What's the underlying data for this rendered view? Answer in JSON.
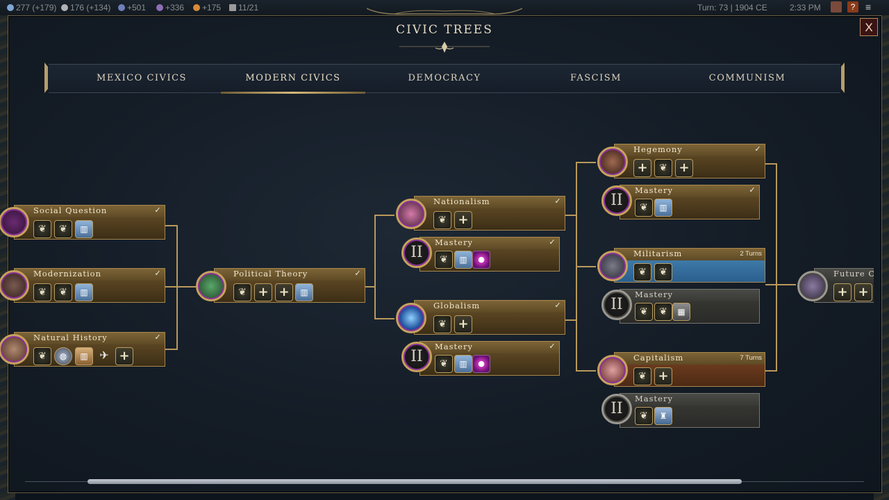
{
  "topbar": {
    "stats": [
      {
        "name": "science",
        "text": "277 (+179)",
        "color": "#7fa7d6"
      },
      {
        "name": "gold",
        "text": "176 (+134)",
        "color": "#b0b2b5"
      },
      {
        "name": "faith",
        "text": "+501",
        "color": "#6f7fb8"
      },
      {
        "name": "culture",
        "text": "+336",
        "color": "#8f6fb3"
      },
      {
        "name": "happiness",
        "text": "+175",
        "color": "#d88a3a"
      },
      {
        "name": "cities",
        "text": "11/21",
        "color": "#9a9a9a"
      }
    ],
    "turn": "Turn: 73 | 1904 CE",
    "time": "2:33 PM"
  },
  "title": "CIVIC TREES",
  "close_label": "X",
  "tabs": [
    {
      "label": "MEXICO CIVICS",
      "active": false
    },
    {
      "label": "MODERN CIVICS",
      "active": true
    },
    {
      "label": "DEMOCRACY",
      "active": false
    },
    {
      "label": "FASCISM",
      "active": false
    },
    {
      "label": "COMMUNISM",
      "active": false
    }
  ],
  "nodes": {
    "social_question": {
      "name": "Social Question",
      "status": "completed",
      "icons": [
        "leaf-icon",
        "leaf-icon",
        "building-icon"
      ]
    },
    "modernization": {
      "name": "Modernization",
      "status": "completed",
      "icons": [
        "leaf-icon",
        "leaf-icon",
        "building-icon"
      ]
    },
    "natural_history": {
      "name": "Natural History",
      "status": "completed",
      "icons": [
        "leaf-icon",
        "wonder-icon",
        "building-icon",
        "bird-icon",
        "plus-icon"
      ]
    },
    "political_theory": {
      "name": "Political Theory",
      "status": "completed",
      "icons": [
        "leaf-icon",
        "plus-icon",
        "plus-icon",
        "building-icon"
      ]
    },
    "nationalism": {
      "name": "Nationalism",
      "status": "completed",
      "icons": [
        "leaf-icon",
        "plus-icon"
      ]
    },
    "nationalism_mastery": {
      "name": "Mastery",
      "status": "completed",
      "icons": [
        "leaf-icon",
        "building-icon",
        "gem-icon"
      ]
    },
    "globalism": {
      "name": "Globalism",
      "status": "completed",
      "icons": [
        "leaf-icon",
        "plus-icon"
      ]
    },
    "globalism_mastery": {
      "name": "Mastery",
      "status": "completed",
      "icons": [
        "leaf-icon",
        "building-icon",
        "gem-icon"
      ]
    },
    "hegemony": {
      "name": "Hegemony",
      "status": "completed",
      "icons": [
        "plus-icon",
        "leaf-icon",
        "plus-icon"
      ]
    },
    "hegemony_mastery": {
      "name": "Mastery",
      "status": "completed",
      "icons": [
        "leaf-icon",
        "building-icon"
      ]
    },
    "militarism": {
      "name": "Militarism",
      "status": "researching",
      "turns": "2 Turns",
      "icons": [
        "leaf-icon",
        "leaf-icon"
      ]
    },
    "militarism_mastery": {
      "name": "Mastery",
      "status": "locked",
      "icons": [
        "leaf-icon",
        "leaf-icon",
        "ruin-icon"
      ]
    },
    "capitalism": {
      "name": "Capitalism",
      "status": "available",
      "turns": "7 Turns",
      "icons": [
        "leaf-icon",
        "plus-icon"
      ]
    },
    "capitalism_mastery": {
      "name": "Mastery",
      "status": "locked",
      "icons": [
        "leaf-icon",
        "statue-icon"
      ]
    },
    "future": {
      "name": "Future C",
      "status": "locked",
      "icons": [
        "plus-icon",
        "plus-icon"
      ]
    }
  },
  "mastery_numeral": "II",
  "check_glyph": "✓",
  "icon_glyphs": {
    "leaf": "❦",
    "plus": "+",
    "building": "▥",
    "gem": "●",
    "wonder": "◍",
    "bird": "✈",
    "ruin": "▦",
    "statue": "♜"
  },
  "colors": {
    "panel_border": "#6b6148",
    "node_gold": "#7d6436",
    "node_locked": "#4a4a46",
    "researching_blue": "#3e79a8",
    "medal_purple": "#8a2f9c"
  },
  "scroll": {
    "position": 0.08,
    "visible_fraction": 0.78
  }
}
